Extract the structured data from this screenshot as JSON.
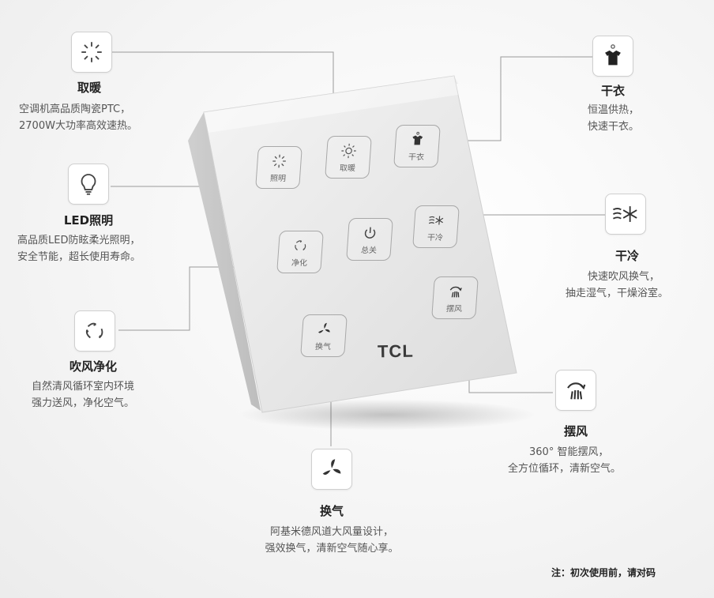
{
  "features": {
    "warm": {
      "title": "取暖",
      "lines": [
        "空调机高品质陶瓷PTC，",
        "2700W大功率高效速热。"
      ]
    },
    "light": {
      "title": "LED照明",
      "lines": [
        "高品质LED防眩柔光照明，",
        "安全节能，超长使用寿命。"
      ]
    },
    "purify": {
      "title": "吹风净化",
      "lines": [
        "自然清风循环室内环境",
        "强力送风，净化空气。"
      ]
    },
    "vent": {
      "title": "换气",
      "lines": [
        "阿基米德风道大风量设计，",
        "强效换气，清新空气随心享。"
      ]
    },
    "dry": {
      "title": "干衣",
      "lines": [
        "恒温供热，",
        "快速干衣。"
      ]
    },
    "cool": {
      "title": "干冷",
      "lines": [
        "快速吹风换气，",
        "抽走湿气，干燥浴室。"
      ]
    },
    "swing": {
      "title": "摆风",
      "lines": [
        "360°  智能摆风，",
        "全方位循环，清新空气。"
      ]
    }
  },
  "panel": {
    "brand": "TCL",
    "keys": {
      "light": "照明",
      "warm": "取暖",
      "dry": "干衣",
      "purify": "净化",
      "power": "总关",
      "cool": "干冷",
      "vent": "换气",
      "swing": "摆风"
    }
  },
  "note": "注：初次使用前，请对码",
  "icons": [
    "sun-icon",
    "bulb-icon",
    "leaf-swirl-icon",
    "fan-icon",
    "shirt-icon",
    "snowflake-wind-icon",
    "swing-icon",
    "power-icon"
  ],
  "colors": {
    "background": "#f7f7f7",
    "panel": "#e6e6e6",
    "line": "#9a9a9a",
    "text": "#333333"
  }
}
